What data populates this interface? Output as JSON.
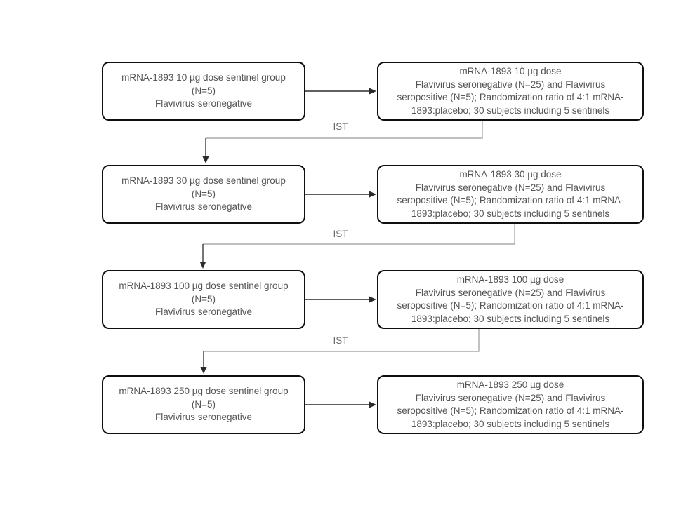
{
  "diagram": {
    "colors": {
      "background": "#ffffff",
      "box_fill": "#ffffff",
      "box_border": "#0f0f0f",
      "text_color": "#555555",
      "ist_color": "#6b6b6b",
      "connector_gray": "#9b9b9b",
      "arrow_dark": "#2b2b2b"
    },
    "ist_labels": [
      "IST",
      "IST",
      "IST"
    ],
    "rows": [
      {
        "sentinel_lines": [
          "mRNA-1893 10 µg dose sentinel group",
          "(N=5)",
          "Flavivirus seronegative"
        ],
        "cohort_lines": [
          "mRNA-1893 10 µg dose",
          "Flavivirus seronegative (N=25) and Flavivirus",
          "seropositive (N=5); Randomization ratio of 4:1 mRNA-",
          "1893:placebo; 30 subjects including 5 sentinels"
        ]
      },
      {
        "sentinel_lines": [
          "mRNA-1893 30 µg dose sentinel group",
          "(N=5)",
          "Flavivirus seronegative"
        ],
        "cohort_lines": [
          "mRNA-1893 30 µg dose",
          "Flavivirus seronegative (N=25) and Flavivirus",
          "seropositive (N=5); Randomization ratio of 4:1 mRNA-",
          "1893:placebo; 30 subjects including 5 sentinels"
        ]
      },
      {
        "sentinel_lines": [
          "mRNA-1893 100 µg dose sentinel group",
          "(N=5)",
          "Flavivirus seronegative"
        ],
        "cohort_lines": [
          "mRNA-1893 100 µg dose",
          "Flavivirus seronegative (N=25) and Flavivirus",
          "seropositive (N=5); Randomization ratio of 4:1 mRNA-",
          "1893:placebo; 30 subjects including 5 sentinels"
        ]
      },
      {
        "sentinel_lines": [
          "mRNA-1893 250 µg dose sentinel group",
          "(N=5)",
          "Flavivirus seronegative"
        ],
        "cohort_lines": [
          "mRNA-1893 250 µg dose",
          "Flavivirus seronegative (N=25) and Flavivirus",
          "seropositive (N=5); Randomization ratio of 4:1 mRNA-",
          "1893:placebo; 30 subjects including 5 sentinels"
        ]
      }
    ]
  }
}
